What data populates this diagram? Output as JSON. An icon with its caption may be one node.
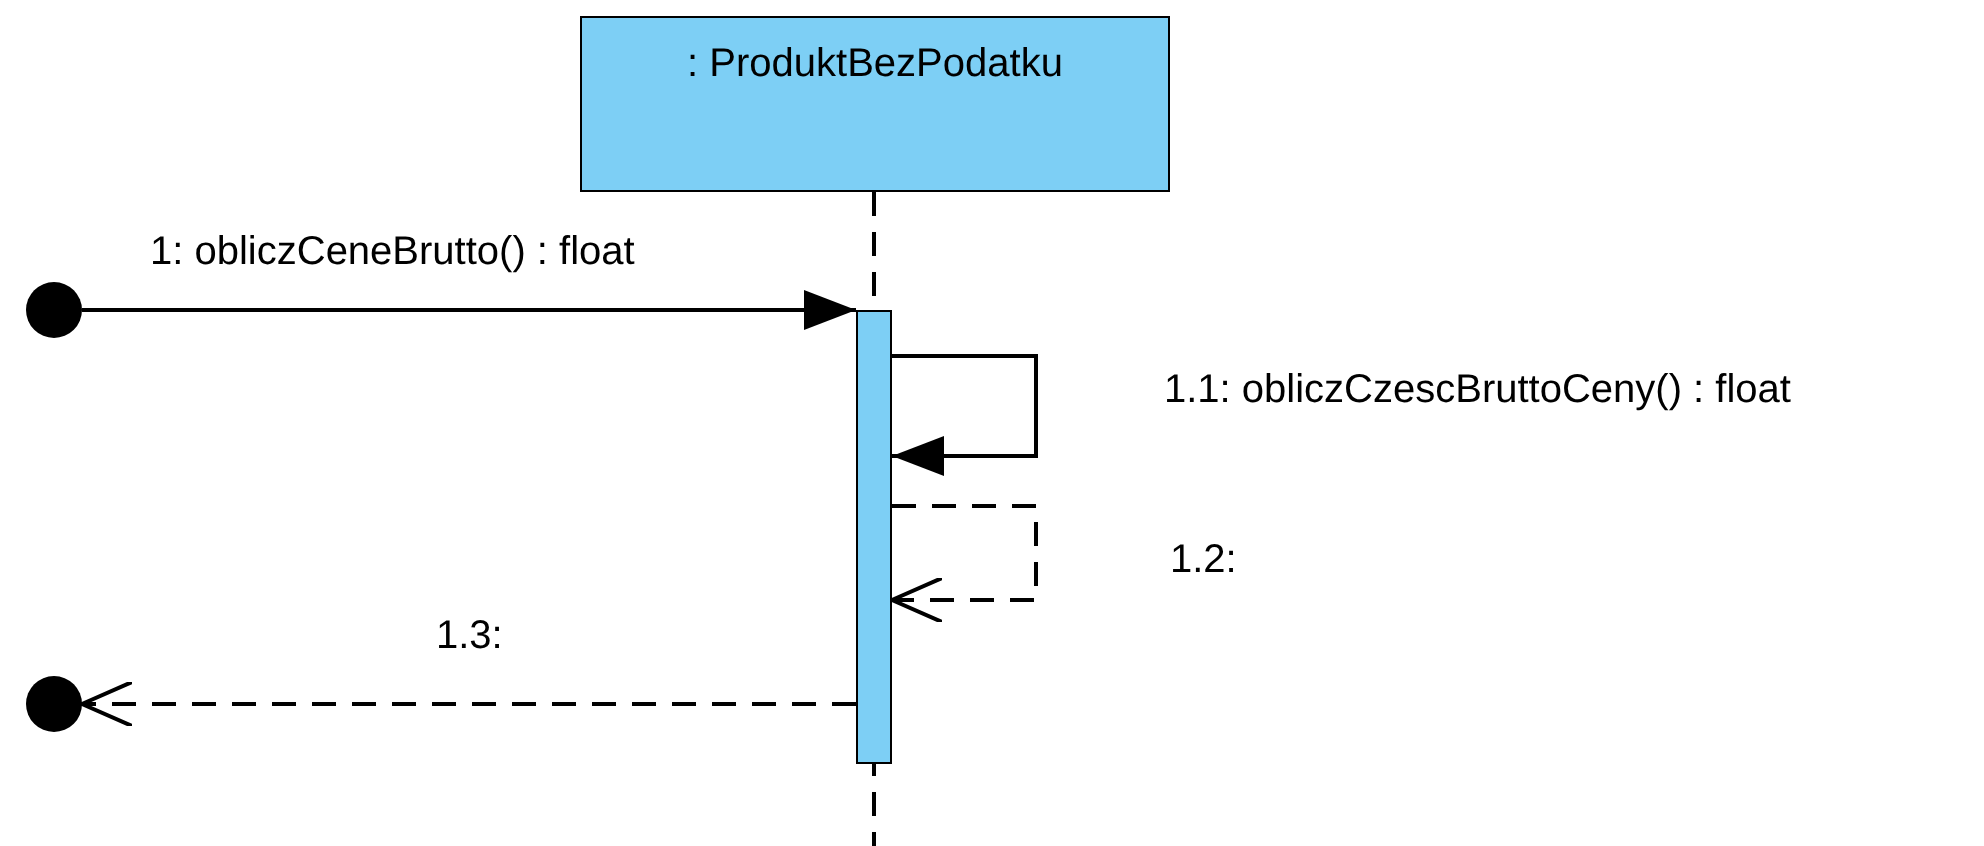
{
  "diagram": {
    "nodes": [
      {
        "text": [
          ": ProduktBezPodatku"
        ]
      },
      {
        "text": [],
        "shape": "circle"
      },
      {
        "text": [],
        "shape": "bar"
      },
      {
        "text": [],
        "shape": "circle"
      }
    ],
    "edges": [
      {
        "from": 1,
        "to": 2,
        "arrow": "to",
        "label": "1: obliczCeneBrutto() : float"
      },
      {
        "from": 2,
        "to": 2,
        "arrow": "to",
        "label": "1.1: obliczCzescBruttoCeny() : float"
      },
      {
        "from": 2,
        "to": 2,
        "arrow": "to",
        "label": "1.2:",
        "style": "dashed"
      },
      {
        "from": 2,
        "to": 3,
        "arrow": "to",
        "label": "1.3:",
        "style": "dashed"
      }
    ]
  }
}
